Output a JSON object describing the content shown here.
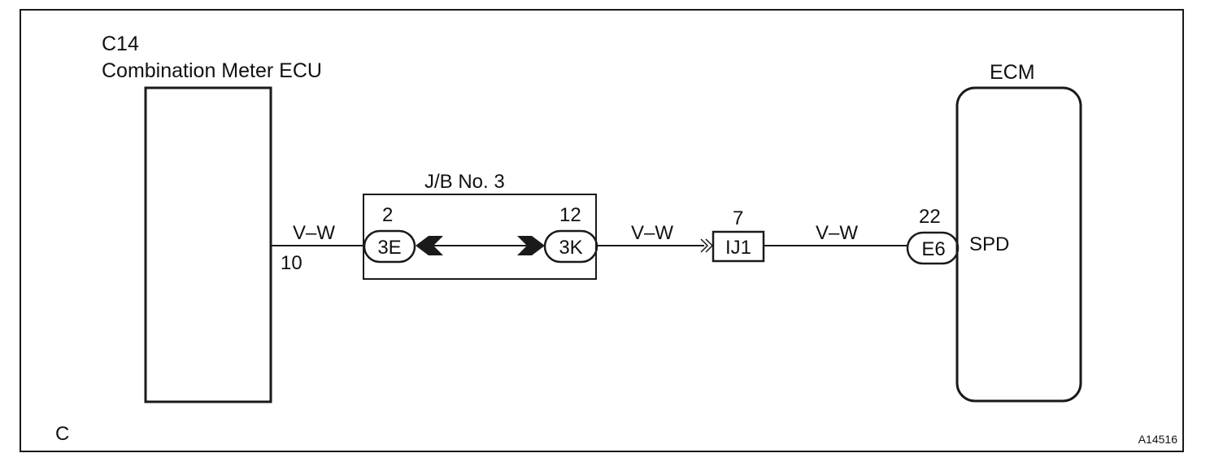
{
  "components": {
    "meter": {
      "code": "C14",
      "name": "Combination Meter ECU",
      "pin": "10"
    },
    "junction_block": {
      "name": "J/B No. 3",
      "left_connector": {
        "label": "3E",
        "pin": "2"
      },
      "right_connector": {
        "label": "3K",
        "pin": "12"
      }
    },
    "junction_connector": {
      "label": "IJ1",
      "pin": "7"
    },
    "ecm": {
      "name": "ECM",
      "connector": "E6",
      "pin": "22",
      "terminal": "SPD"
    }
  },
  "wires": [
    {
      "color_code": "V–W"
    },
    {
      "color_code": "V–W"
    },
    {
      "color_code": "V–W"
    }
  ],
  "corner_label": "C",
  "figure_id": "A14516"
}
